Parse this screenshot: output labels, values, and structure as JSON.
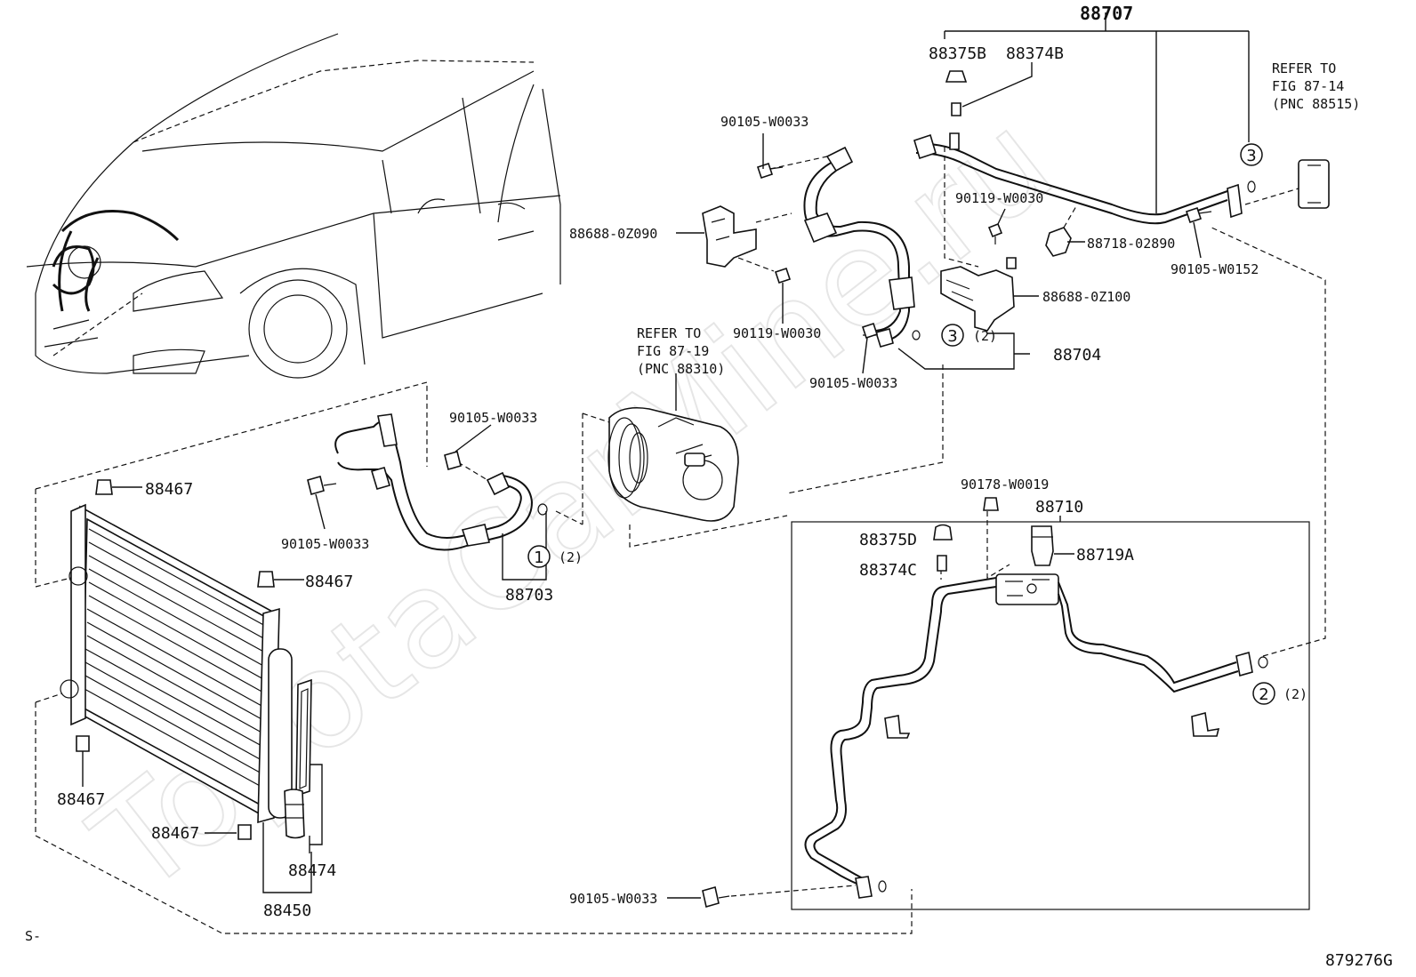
{
  "figure_code": "879276G",
  "corner_mark": "S-",
  "watermark": "ToyotaCarMine.ru",
  "labels": {
    "p88707": "88707",
    "p88375B": "88375B",
    "p88374B": "88374B",
    "refer_87_14_l1": "REFER TO",
    "refer_87_14_l2": "FIG 87-14",
    "refer_87_14_l3": "(PNC 88515)",
    "p90105_w0033_top": "90105-W0033",
    "p88688_0z090": "88688-0Z090",
    "p90119_w0030_right": "90119-W0030",
    "p88718_02890": "88718-02890",
    "p90105_w0152": "90105-W0152",
    "p88688_0z100": "88688-0Z100",
    "p90119_w0030_left": "90119-W0030",
    "refer_87_19_l1": "REFER TO",
    "refer_87_19_l2": "FIG 87-19",
    "refer_87_19_l3": "(PNC 88310)",
    "p88704": "88704",
    "p90105_w0033_mid": "90105-W0033",
    "p90105_w0033_comp": "90105-W0033",
    "p88467_a": "88467",
    "p90105_w0033_left": "90105-W0033",
    "p88467_b": "88467",
    "p88703": "88703",
    "p90178_w0019": "90178-W0019",
    "p88710": "88710",
    "p88375D": "88375D",
    "p88719A": "88719A",
    "p88374C": "88374C",
    "p88467_c": "88467",
    "p88467_d": "88467",
    "p88474": "88474",
    "p88450": "88450",
    "p90105_w0033_bottom": "90105-W0033"
  },
  "callouts": {
    "c3_top": "3",
    "c3_mid": "3",
    "c3_mid_qty": "(2)",
    "c1": "1",
    "c1_qty": "(2)",
    "c2": "2",
    "c2_qty": "(2)"
  }
}
